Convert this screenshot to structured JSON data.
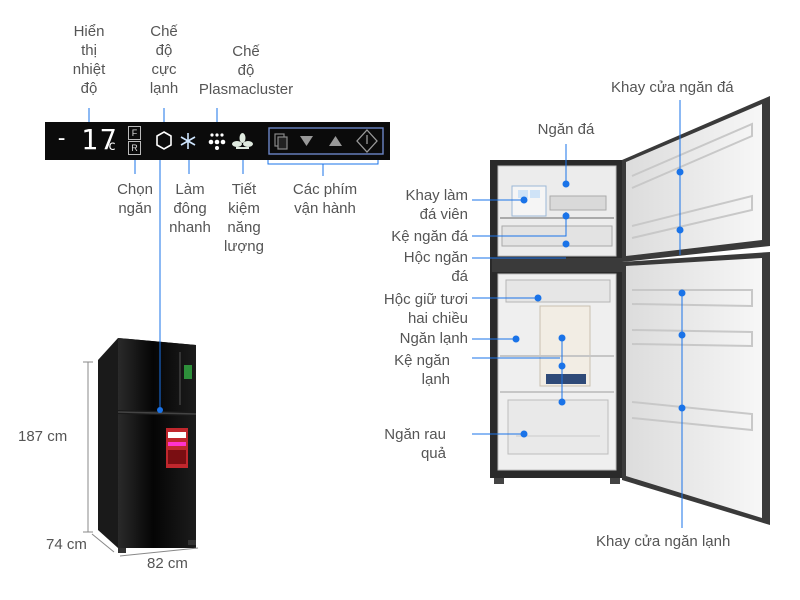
{
  "control_panel": {
    "temp_sign": "-",
    "temp_value": "17",
    "temp_unit": "c",
    "compartment_f": "F",
    "compartment_r": "R",
    "labels": {
      "display_temp": "Hiển\nthị\nnhiệt\nđộ",
      "super_cool": "Chế\nđộ\ncực\nlạnh",
      "plasmacluster": "Chế\nđộ\nPlasmacluster",
      "select_compartment": "Chọn\nngăn",
      "quick_freeze": "Làm\nđông\nnhanh",
      "energy_saving": "Tiết\nkiệm\nnăng\nlượng",
      "operation_keys": "Các phím\nvận hành"
    }
  },
  "dimensions": {
    "height": "187 cm",
    "depth": "74 cm",
    "width": "82 cm"
  },
  "fridge_labels": {
    "freezer": "Ngăn đá",
    "freezer_door_tray": "Khay cửa ngăn đá",
    "ice_tray": "Khay làm\nđá viên",
    "freezer_shelf": "Kệ ngăn đá",
    "freezer_drawer": "Hộc ngăn\nđá",
    "fresh_drawer": "Hộc giữ tươi\nhai chiều",
    "fridge": "Ngăn lạnh",
    "fridge_shelf": "Kệ ngăn\nlạnh",
    "veg_drawer": "Ngăn rau\nquả",
    "fridge_door_tray": "Khay cửa ngăn lạnh"
  },
  "colors": {
    "callout_line": "#1a73e8",
    "label_text": "#555555",
    "panel_bg": "#0b0b0b",
    "fridge_glass": "#111111",
    "interior": "#ececec"
  }
}
